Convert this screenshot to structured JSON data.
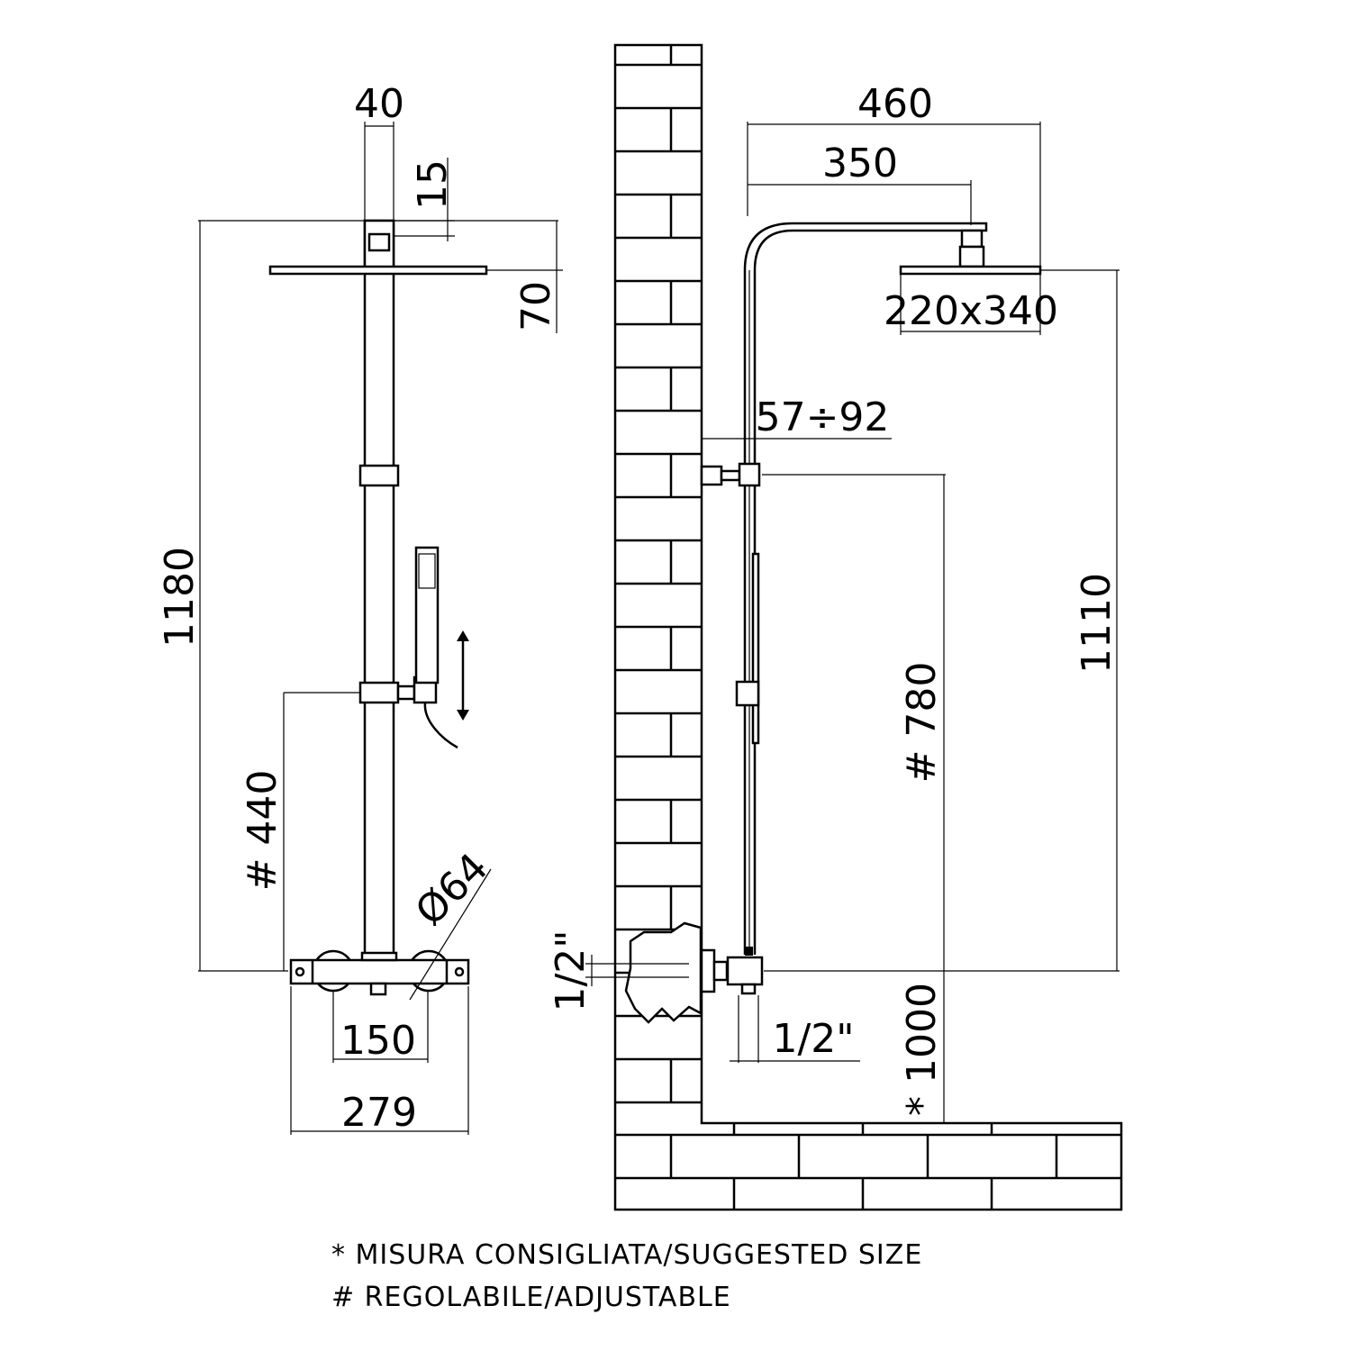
{
  "dimensions": {
    "front": {
      "column_width": "40",
      "head_mount": "15",
      "head_thickness": "70",
      "total_height": "1180",
      "handshower_height": "# 440",
      "knob_diameter": "Ø64",
      "centres": "150",
      "valve_width": "279"
    },
    "side": {
      "arm_length": "460",
      "arm_projection": "350",
      "head_size": "220x340",
      "wall_distance": "57÷92",
      "bracket_height": "# 780",
      "head_height": "1110",
      "inlet_left": "1/2\"",
      "outlet_bottom": "1/2\"",
      "floor_height": "* 1000"
    }
  },
  "notes": [
    "* MISURA CONSIGLIATA/SUGGESTED SIZE",
    "# REGOLABILE/ADJUSTABLE"
  ]
}
